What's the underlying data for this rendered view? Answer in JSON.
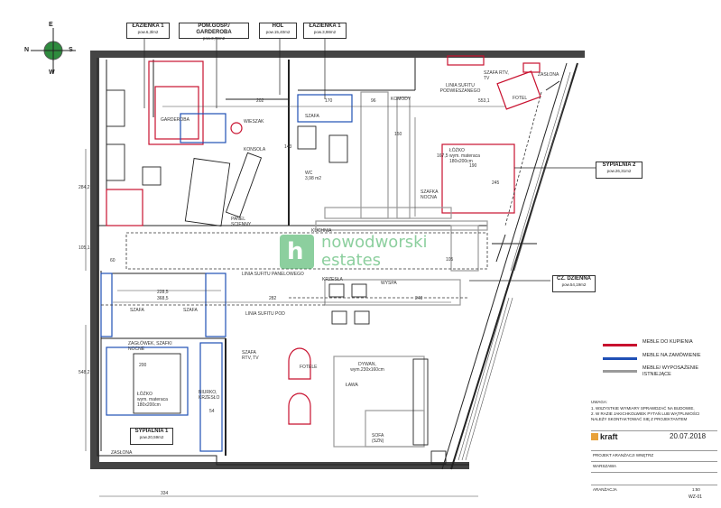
{
  "compass": {
    "n": "N",
    "e": "E",
    "s": "S",
    "w": "W"
  },
  "rooms": {
    "bath1": {
      "title": "ŁAZIENKA 1",
      "area": "pow.6,3lm2"
    },
    "storage": {
      "title": "POM.GOSP./ GARDEROBA",
      "area": "pow.3,79m2"
    },
    "hall": {
      "title": "HOL",
      "area": "pow.15,40m2"
    },
    "bath2": {
      "title": "ŁAZIENKA 1",
      "area": "pow.3,98m2"
    },
    "bedroom2": {
      "title": "SYPIALNIA 2",
      "area": "pow.26,31m2"
    },
    "living": {
      "title": "CZ. DZIENNA",
      "area": "pow.54,19m2"
    },
    "bedroom1": {
      "title": "SYPIALNIA 1",
      "area": "pow.20,59m2"
    }
  },
  "labels": {
    "szafa_rtv_top": "SZAFA RTV, TV",
    "zaslona_top": "ZASŁONA",
    "linia_sufitu_podw": "LINIA SUFITU PODWIESZANEGO",
    "fotel_top": "FOTEL",
    "komody": "KOMODY",
    "szafa_hall": "SZAFA",
    "garderoba": "GARDEROBA",
    "wieszak": "WIESZAK",
    "konsola": "KONSOLA",
    "panel": "PANEL SCIENNY",
    "wc": "WC",
    "wc_area": "3,98 m2",
    "lozko2": "ŁÓŻKO",
    "lozko2_size": "wym. materaca 180x200cm",
    "szafka_nocna": "SZAFKA NOCNA",
    "kuchnia": "KUCHNIA",
    "linia_sufitu_panel": "LINIA SUFITU PANELOWEGO",
    "krzesla": "KRZESŁA",
    "wyspa": "WYSPA",
    "linia_sufitu_pod": "LINIA SUFITU POD",
    "szafa_b1": "SZAFA",
    "szafa_b1b": "SZAFA",
    "zaglowek": "ZAGŁÓWEK, SZAFKI NOCNE",
    "lozko1": "ŁÓŻKO",
    "lozko1_size": "wym. materaca 180x200cm",
    "biurko": "BIURKO, KRZESŁO",
    "szafa_rtv_b1": "SZAFA RTV, TV",
    "fotele": "FOTELE",
    "dywan": "DYWAN, wym.230x160cm",
    "lawa": "ŁAWA",
    "sofa": "SOFA (SZN)",
    "zaslona_bottom": "ZASŁONA"
  },
  "dims": {
    "d202": "202",
    "d170": "170",
    "d96": "96",
    "d5531": "553,1",
    "d190": "190",
    "d150": "150",
    "d2285": "228,5",
    "d3685": "368,5",
    "d282": "282",
    "d240": "240",
    "d200": "200",
    "d334": "334",
    "d2842": "284,2",
    "d1051": "105,1",
    "d5482": "548,2",
    "d143": "143",
    "d105": "105",
    "d1675": "167,5",
    "d245": "245",
    "d60": "60",
    "d54": "54"
  },
  "legend": {
    "red": {
      "label": "MEBLE DO KUPIENIA",
      "color": "#c8102e"
    },
    "blue": {
      "label": "MEBLE NA ZAMÓWIENIE",
      "color": "#1f4fb5"
    },
    "grey": {
      "label": "MEBLE/ WYPOSAŻENIE ISTNIEJĄCE",
      "color": "#9a9a9a"
    }
  },
  "notes": {
    "header": "UWAGA:",
    "line1": "1. WSZYSTKIE WYMIARY SPRAWDZAĆ NA BUDOWIE.",
    "line2": "2. W RAZIE JAKICHKOLWIEK PYTAŃ LUB WĄTPLIWOŚCI",
    "line3": "NALEŻY SKONTAKTOWAĆ SIĘ Z PROJEKTANTEM"
  },
  "title_block": {
    "brand": "kraft",
    "date": "20.07.2018",
    "project": "PROJEKT ARANŻACJI WNĘTRZ",
    "location": "WARSZAWA",
    "drawing": "ARANŻACJA",
    "sheet": "WZ-01",
    "scale": "1:50"
  },
  "watermark": {
    "line1": "nowodworski",
    "line2": "estates"
  },
  "colors": {
    "red": "#c8102e",
    "blue": "#1f4fb5",
    "grey": "#9a9a9a",
    "wall": "#222222",
    "brand": "#2fa84f"
  }
}
